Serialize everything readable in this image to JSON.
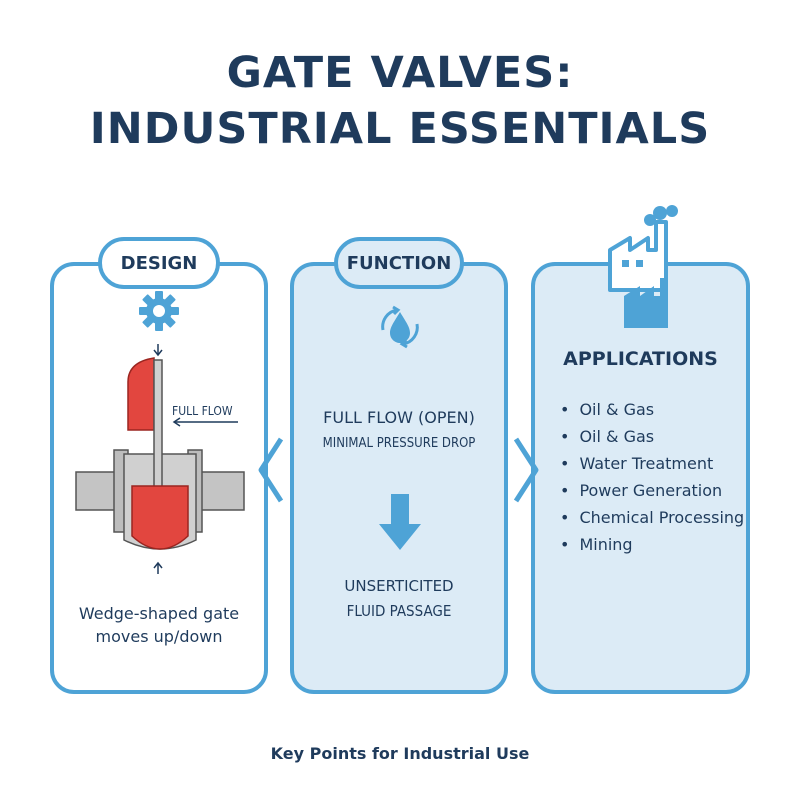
{
  "title": {
    "line1": "GATE VALVES:",
    "line2": "INDUSTRIAL ESSENTIALS"
  },
  "design": {
    "tab": "DESIGN",
    "flow_label": "FULL FLOW",
    "caption_line1": "Wedge-shaped gate",
    "caption_line2": "moves up/down"
  },
  "function": {
    "tab": "FUNCTION",
    "line1": "FULL FLOW (OPEN)",
    "line2": "MINIMAL PRESSURE DROP",
    "line3": "UNSERTICITED",
    "line4": "FLUID PASSAGE"
  },
  "applications": {
    "heading": "APPLICATIONS",
    "items": [
      "Oil & Gas",
      "Oil & Gas",
      "Water Treatment",
      "Power Generation",
      "Chemical Processing",
      "Mining"
    ]
  },
  "footer": "Key Points for Industrial Use",
  "colors": {
    "accent": "#4ea3d6",
    "navy": "#1f3b5c",
    "panel_fill": "#dcebf6",
    "gate_red": "#e2463f",
    "pipe_gray": "#bdbdbd"
  },
  "icons": [
    "gear-icon",
    "water-drop-cycle-icon",
    "down-arrow-icon",
    "factory-icon",
    "chevron-right-icon"
  ]
}
